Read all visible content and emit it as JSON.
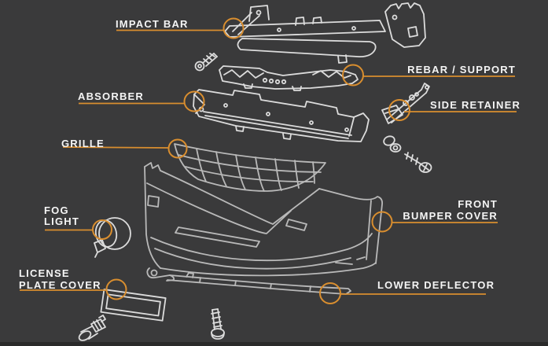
{
  "diagram": {
    "subject": "front bumper exploded parts diagram",
    "labels": {
      "impact_bar": "IMPACT BAR",
      "rebar_support": "REBAR / SUPPORT",
      "absorber": "ABSORBER",
      "side_retainer": "SIDE RETAINER",
      "grille": "GRILLE",
      "fog_light": "FOG\nLIGHT",
      "front_bumper_cover": "FRONT\nBUMPER COVER",
      "license_plate_cover": "LICENSE\nPLATE COVER",
      "lower_deflector": "LOWER DEFLECTOR"
    }
  },
  "colors": {
    "background": "#3a3a3b",
    "accent": "#d98e2f",
    "line_bright": "#dcdcdc",
    "line_dim": "#b9b9b9",
    "text": "#f5f5f5"
  }
}
